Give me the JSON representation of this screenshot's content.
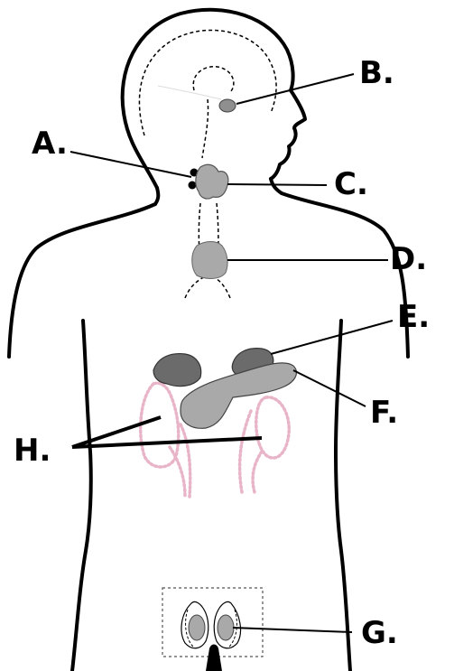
{
  "labels": {
    "a": "A.",
    "b": "B.",
    "c": "C.",
    "d": "D.",
    "e": "E.",
    "f": "F.",
    "g": "G.",
    "h": "H."
  },
  "colors": {
    "outline": "#000000",
    "gland_dark": "#6b6b6b",
    "gland_mid": "#8f8f8f",
    "gland_light": "#a9a9a9",
    "kidney_dots": "#e8b4c8"
  }
}
